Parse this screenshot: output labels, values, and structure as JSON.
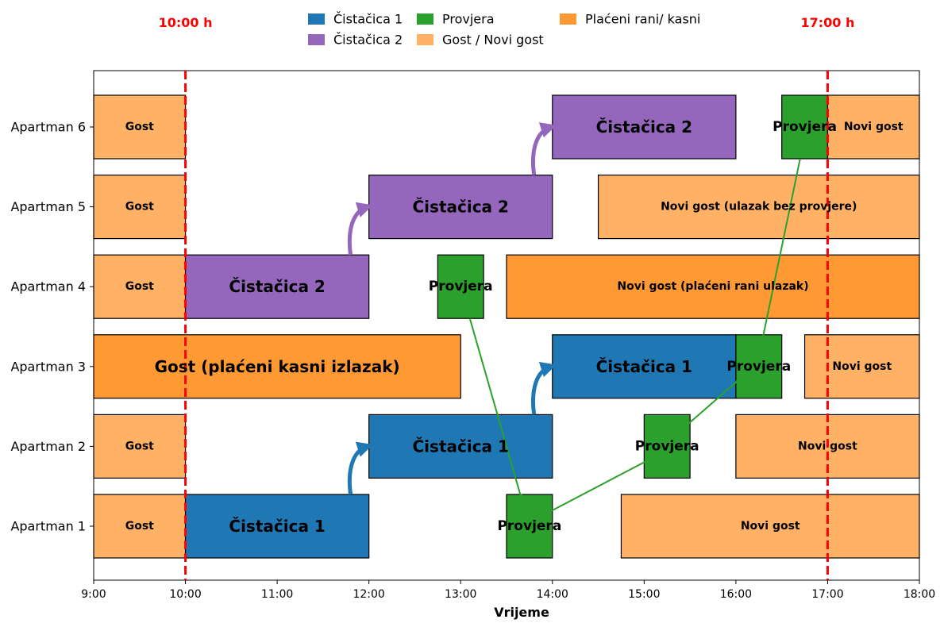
{
  "chart_data": {
    "type": "gantt",
    "title": "",
    "xlabel": "Vrijeme",
    "ylabel": "",
    "xlim": [
      9,
      18
    ],
    "x_ticks": [
      {
        "value": 9,
        "label": "9:00"
      },
      {
        "value": 10,
        "label": "10:00"
      },
      {
        "value": 11,
        "label": "11:00"
      },
      {
        "value": 12,
        "label": "12:00"
      },
      {
        "value": 13,
        "label": "13:00"
      },
      {
        "value": 14,
        "label": "14:00"
      },
      {
        "value": 15,
        "label": "15:00"
      },
      {
        "value": 16,
        "label": "16:00"
      },
      {
        "value": 17,
        "label": "17:00"
      },
      {
        "value": 18,
        "label": "18:00"
      }
    ],
    "categories": [
      "Apartman 1",
      "Apartman 2",
      "Apartman 3",
      "Apartman 4",
      "Apartman 5",
      "Apartman 6"
    ],
    "colors": {
      "cistacica1": "#1f77b4",
      "cistacica2": "#9467bd",
      "provjera": "#2ca02c",
      "gost": "#ffb266",
      "placeni": "#ff9933",
      "marker": "#ff0000"
    },
    "legend": {
      "placement": "top-center",
      "entries": [
        {
          "label": "Čistačica 1",
          "color_key": "cistacica1"
        },
        {
          "label": "Čistačica 2",
          "color_key": "cistacica2"
        },
        {
          "label": "Provjera",
          "color_key": "provjera"
        },
        {
          "label": "Gost / Novi gost",
          "color_key": "gost"
        },
        {
          "label": "Plaćeni rani/ kasni",
          "color_key": "placeni"
        }
      ]
    },
    "vlines": [
      {
        "x": 10,
        "label": "10:00 h"
      },
      {
        "x": 17,
        "label": "17:00 h"
      }
    ],
    "tasks": [
      {
        "row": 0,
        "start": 9,
        "end": 10,
        "label": "Gost",
        "type": "gost",
        "size": "small"
      },
      {
        "row": 0,
        "start": 10,
        "end": 12,
        "label": "Čistačica 1",
        "type": "cistacica1",
        "size": "large"
      },
      {
        "row": 0,
        "start": 13.5,
        "end": 14,
        "label": "Provjera",
        "type": "provjera",
        "size": "medium"
      },
      {
        "row": 0,
        "start": 14.75,
        "end": 18,
        "label": "Novi gost",
        "type": "gost",
        "size": "small"
      },
      {
        "row": 1,
        "start": 9,
        "end": 10,
        "label": "Gost",
        "type": "gost",
        "size": "small"
      },
      {
        "row": 1,
        "start": 12,
        "end": 14,
        "label": "Čistačica 1",
        "type": "cistacica1",
        "size": "large"
      },
      {
        "row": 1,
        "start": 15,
        "end": 15.5,
        "label": "Provjera",
        "type": "provjera",
        "size": "medium"
      },
      {
        "row": 1,
        "start": 16,
        "end": 18,
        "label": "Novi gost",
        "type": "gost",
        "size": "small"
      },
      {
        "row": 2,
        "start": 9,
        "end": 13,
        "label": "Gost (plaćeni kasni izlazak)",
        "type": "placeni",
        "size": "large"
      },
      {
        "row": 2,
        "start": 14,
        "end": 16,
        "label": "Čistačica 1",
        "type": "cistacica1",
        "size": "large"
      },
      {
        "row": 2,
        "start": 16,
        "end": 16.5,
        "label": "Provjera",
        "type": "provjera",
        "size": "medium"
      },
      {
        "row": 2,
        "start": 16.75,
        "end": 18,
        "label": "Novi gost",
        "type": "gost",
        "size": "small"
      },
      {
        "row": 3,
        "start": 9,
        "end": 10,
        "label": "Gost",
        "type": "gost",
        "size": "small"
      },
      {
        "row": 3,
        "start": 10,
        "end": 12,
        "label": "Čistačica 2",
        "type": "cistacica2",
        "size": "large"
      },
      {
        "row": 3,
        "start": 12.75,
        "end": 13.25,
        "label": "Provjera",
        "type": "provjera",
        "size": "medium"
      },
      {
        "row": 3,
        "start": 13.5,
        "end": 18,
        "label": "Novi gost (plaćeni rani ulazak)",
        "type": "placeni",
        "size": "small"
      },
      {
        "row": 4,
        "start": 9,
        "end": 10,
        "label": "Gost",
        "type": "gost",
        "size": "small"
      },
      {
        "row": 4,
        "start": 12,
        "end": 14,
        "label": "Čistačica 2",
        "type": "cistacica2",
        "size": "large"
      },
      {
        "row": 4,
        "start": 14.5,
        "end": 18,
        "label": "Novi gost (ulazak bez provjere)",
        "type": "gost",
        "size": "small"
      },
      {
        "row": 5,
        "start": 9,
        "end": 10,
        "label": "Gost",
        "type": "gost",
        "size": "small"
      },
      {
        "row": 5,
        "start": 14,
        "end": 16,
        "label": "Čistačica 2",
        "type": "cistacica2",
        "size": "large"
      },
      {
        "row": 5,
        "start": 16.5,
        "end": 17,
        "label": "Provjera",
        "type": "provjera",
        "size": "medium"
      },
      {
        "row": 5,
        "start": 17,
        "end": 18,
        "label": "Novi gost",
        "type": "gost",
        "size": "small"
      }
    ],
    "cleaner_arrows": [
      {
        "type": "cistacica1",
        "from": {
          "x": 11.8,
          "row": 0
        },
        "to": {
          "x": 12,
          "row": 1
        }
      },
      {
        "type": "cistacica1",
        "from": {
          "x": 13.8,
          "row": 1
        },
        "to": {
          "x": 14,
          "row": 2
        }
      },
      {
        "type": "cistacica2",
        "from": {
          "x": 11.8,
          "row": 3
        },
        "to": {
          "x": 12,
          "row": 4
        }
      },
      {
        "type": "cistacica2",
        "from": {
          "x": 13.8,
          "row": 4
        },
        "to": {
          "x": 14,
          "row": 5
        }
      }
    ],
    "inspection_path": [
      {
        "x": 13.1,
        "row": 3,
        "edge": "bottom"
      },
      {
        "x": 13.65,
        "row": 0,
        "edge": "top"
      },
      {
        "x": 14,
        "row": 0,
        "edge": "mid-upper"
      },
      {
        "x": 15,
        "row": 1,
        "edge": "mid-lower"
      },
      {
        "x": 16,
        "row": 2,
        "edge": "mid-lower"
      },
      {
        "x": 16.3,
        "row": 2,
        "edge": "top"
      },
      {
        "x": 16.7,
        "row": 5,
        "edge": "bottom"
      }
    ]
  }
}
